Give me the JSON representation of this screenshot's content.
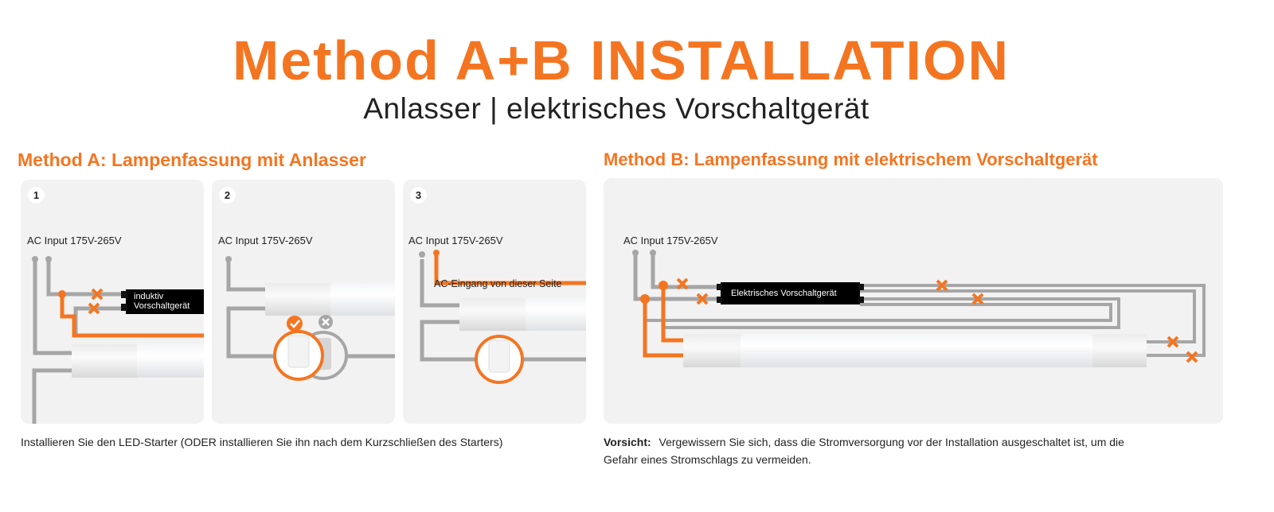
{
  "header": {
    "title": "Method A+B INSTALLATION",
    "subtitle": "Anlasser | elektrisches Vorschaltgerät"
  },
  "method_a": {
    "heading": "Method A: Lampenfassung mit Anlasser",
    "panels": [
      {
        "number": "1",
        "ac_label": "AC Input 175V-265V",
        "ballast_line1": "induktiv",
        "ballast_line2": "Vorschaltgerät"
      },
      {
        "number": "2",
        "ac_label": "AC Input 175V-265V"
      },
      {
        "number": "3",
        "ac_label": "AC Input 175V-265V",
        "note": "AC-Eingang von dieser Seite"
      }
    ],
    "caption": "Installieren Sie den LED-Starter (ODER installieren Sie ihn nach dem Kurzschließen des Starters)"
  },
  "method_b": {
    "heading": "Method B:  Lampenfassung mit elektrischem Vorschaltgerät",
    "ac_label": "AC Input 175V-265V",
    "ballast_label": "Elektrisches Vorschaltgerät",
    "caution_label": "Vorsicht:",
    "caution_line1": "Vergewissern Sie sich, dass die Stromversorgung vor der Installation ausgeschaltet ist, um die",
    "caution_line2": "Gefahr eines Stromschlags zu vermeiden."
  },
  "colors": {
    "accent": "#f47521",
    "wire": "#a6a6a6",
    "panel": "#f2f2f2"
  }
}
